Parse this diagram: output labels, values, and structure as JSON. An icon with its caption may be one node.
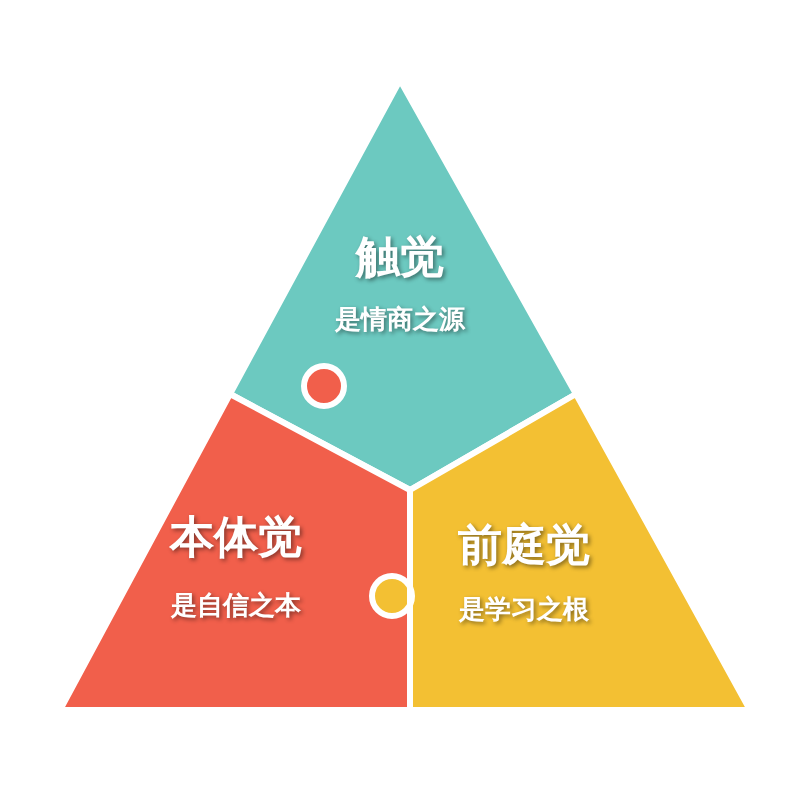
{
  "diagram": {
    "nodes": [
      {
        "text": [
          "触觉",
          "是情商之源"
        ]
      },
      {
        "text": [
          "本体觉",
          "是自信之本"
        ]
      },
      {
        "text": [
          "前庭觉",
          "是学习之根"
        ]
      }
    ]
  }
}
